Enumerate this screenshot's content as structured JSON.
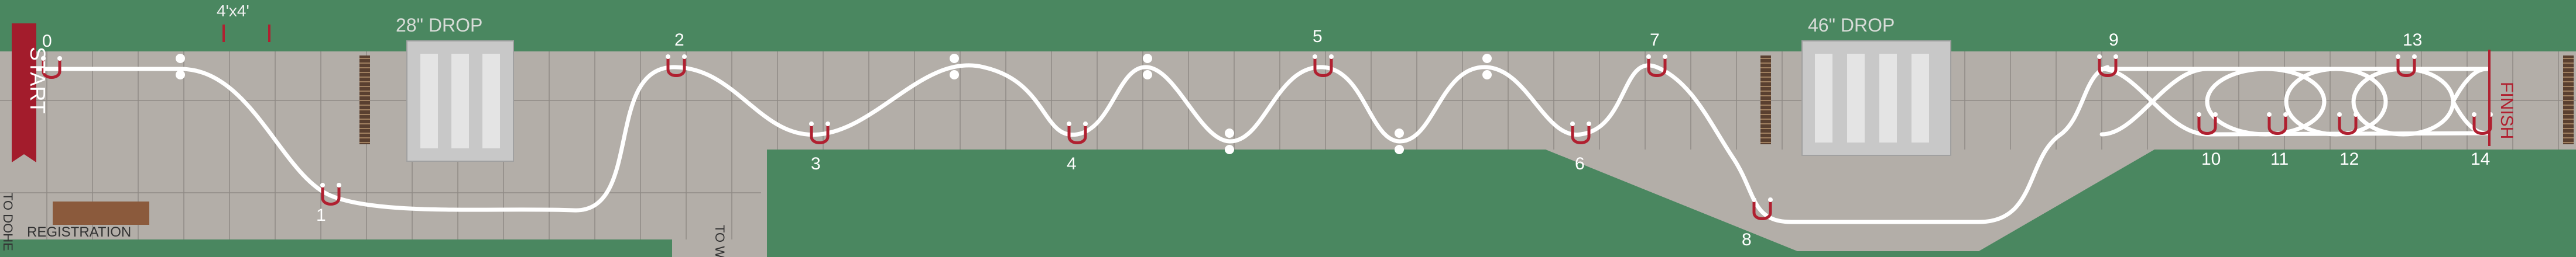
{
  "labels": {
    "start": "START",
    "finish": "FINISH",
    "grid_scale": "4'x4'",
    "drop_28": "28\" DROP",
    "drop_46": "46\" DROP",
    "registration": "REGISTRATION",
    "to_doheny": "TO DOHE",
    "to_w": "TO W"
  },
  "gates": [
    "0",
    "1",
    "2",
    "3",
    "4",
    "5",
    "6",
    "7",
    "8",
    "9",
    "10",
    "11",
    "12",
    "13",
    "14"
  ],
  "colors": {
    "grass": "#4a8760",
    "pavement": "#b3aea8",
    "grid_line": "#8f8a85",
    "path": "#ffffff",
    "gate": "#b02030",
    "drop_ramp": "#c8c8c8",
    "drain": "#5a4030",
    "registration_table": "#8b5a3c",
    "start_banner": "#a31c2c"
  },
  "icons": {
    "gate": "gate-bracket-icon",
    "cone": "cone-dot-icon",
    "drain": "drain-grate-icon"
  }
}
